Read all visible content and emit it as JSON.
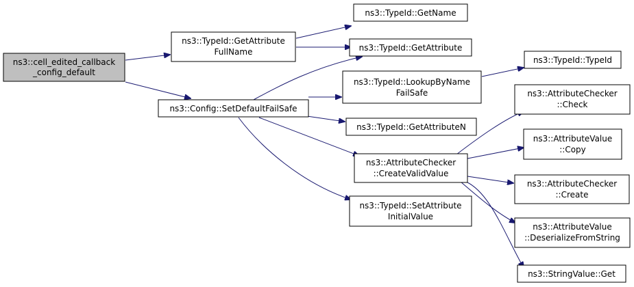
{
  "diagram": {
    "colors": {
      "edge": "#191970",
      "root_fill": "#bfbfbf",
      "node_fill": "#ffffff",
      "node_border": "#000000"
    },
    "nodes": {
      "root": {
        "lines": [
          "ns3::cell_edited_callback",
          "_config_default"
        ]
      },
      "get_attribute_full_name": {
        "lines": [
          "ns3::TypeId::GetAttribute",
          "FullName"
        ]
      },
      "set_default_fail_safe": {
        "lines": [
          "ns3::Config::SetDefaultFailSafe"
        ]
      },
      "get_name": {
        "lines": [
          "ns3::TypeId::GetName"
        ]
      },
      "get_attribute": {
        "lines": [
          "ns3::TypeId::GetAttribute"
        ]
      },
      "lookup_by_name_fail_safe": {
        "lines": [
          "ns3::TypeId::LookupByName",
          "FailSafe"
        ]
      },
      "get_attribute_n": {
        "lines": [
          "ns3::TypeId::GetAttributeN"
        ]
      },
      "create_valid_value": {
        "lines": [
          "ns3::AttributeChecker",
          "::CreateValidValue"
        ]
      },
      "set_attribute_initial_value": {
        "lines": [
          "ns3::TypeId::SetAttribute",
          "InitialValue"
        ]
      },
      "type_id": {
        "lines": [
          "ns3::TypeId::TypeId"
        ]
      },
      "checker_check": {
        "lines": [
          "ns3::AttributeChecker",
          "::Check"
        ]
      },
      "value_copy": {
        "lines": [
          "ns3::AttributeValue",
          "::Copy"
        ]
      },
      "checker_create": {
        "lines": [
          "ns3::AttributeChecker",
          "::Create"
        ]
      },
      "value_deserialize": {
        "lines": [
          "ns3::AttributeValue",
          "::DeserializeFromString"
        ]
      },
      "string_value_get": {
        "lines": [
          "ns3::StringValue::Get"
        ]
      }
    }
  }
}
